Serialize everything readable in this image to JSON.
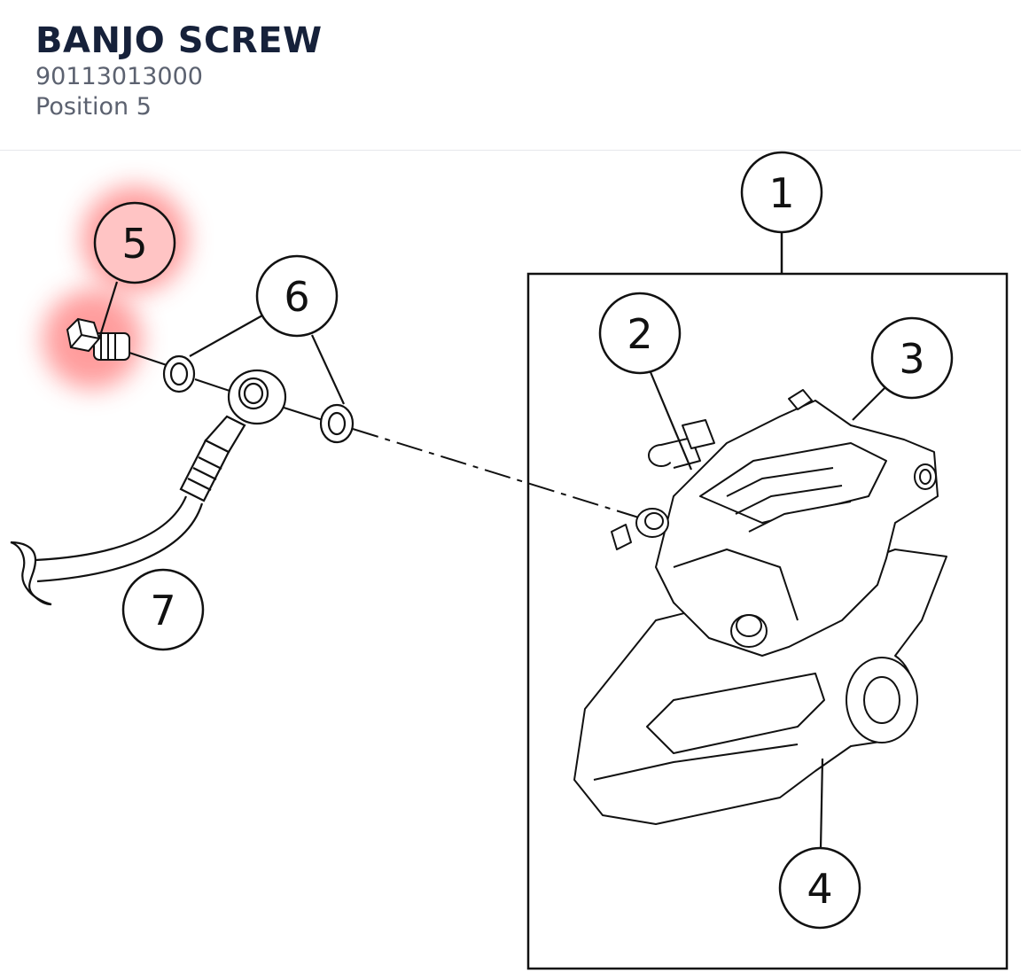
{
  "header": {
    "title": "BANJO SCREW",
    "part_number": "90113013000",
    "position": "Position 5"
  },
  "diagram": {
    "highlight_color": "#ff4d4d",
    "highlighted_callout": "5",
    "callouts": [
      {
        "label": "1"
      },
      {
        "label": "2"
      },
      {
        "label": "3"
      },
      {
        "label": "4"
      },
      {
        "label": "5"
      },
      {
        "label": "6"
      },
      {
        "label": "7"
      }
    ]
  }
}
